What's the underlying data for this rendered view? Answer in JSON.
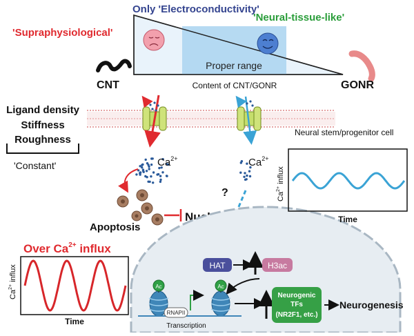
{
  "header": {
    "top_label": "Only 'Electroconductivity'",
    "left_label": "'Supraphysiological'",
    "right_label": "'Neural-tissue-like'"
  },
  "gradient": {
    "proper_range": "Proper range",
    "axis_label": "Content of CNT/GONR",
    "left_material": "CNT",
    "right_material": "GONR"
  },
  "substrate": {
    "properties": [
      "Ligand density",
      "Stiffness",
      "Roughness"
    ],
    "constant_label": "'Constant'"
  },
  "cell": {
    "label": "Neural stem/progenitor cell"
  },
  "calcium": {
    "label_left_main": "Ca",
    "label_left_sup": "2+",
    "label_right_main": "Ca",
    "label_right_sup": "2+",
    "question": "?",
    "apoptosis": "Apoptosis",
    "nucleus_volume": "Nucleus volume"
  },
  "over_influx": {
    "title_main": "Over Ca",
    "title_sup": "2+",
    "title_end": " influx"
  },
  "plot_left": {
    "ylabel_main": "Ca",
    "ylabel_sup": "2+",
    "ylabel_end": " influx",
    "xlabel": "Time",
    "color": "#d7262a"
  },
  "plot_right": {
    "ylabel_main": "Ca",
    "ylabel_sup": "2+",
    "ylabel_end": " influx",
    "xlabel": "Time",
    "color": "#3aa3d5"
  },
  "nucleus": {
    "hat": "HAT",
    "h3ac": "H3ac",
    "ac": "Ac",
    "rnapii": "RNAPII",
    "transcription": "Transcription",
    "tf_line1": "Neurogenic",
    "tf_line2": "TFs",
    "tf_line3": "(NR2F1, etc.)",
    "neurogenesis": "Neurogenesis"
  },
  "colors": {
    "red": "#e02a2f",
    "blue": "#34448f",
    "green": "#2a9d3a",
    "sky": "#3aa3d5",
    "hat_fill": "#4a4f9c",
    "h3ac_fill": "#c77aa0",
    "tf_fill": "#36a046"
  }
}
